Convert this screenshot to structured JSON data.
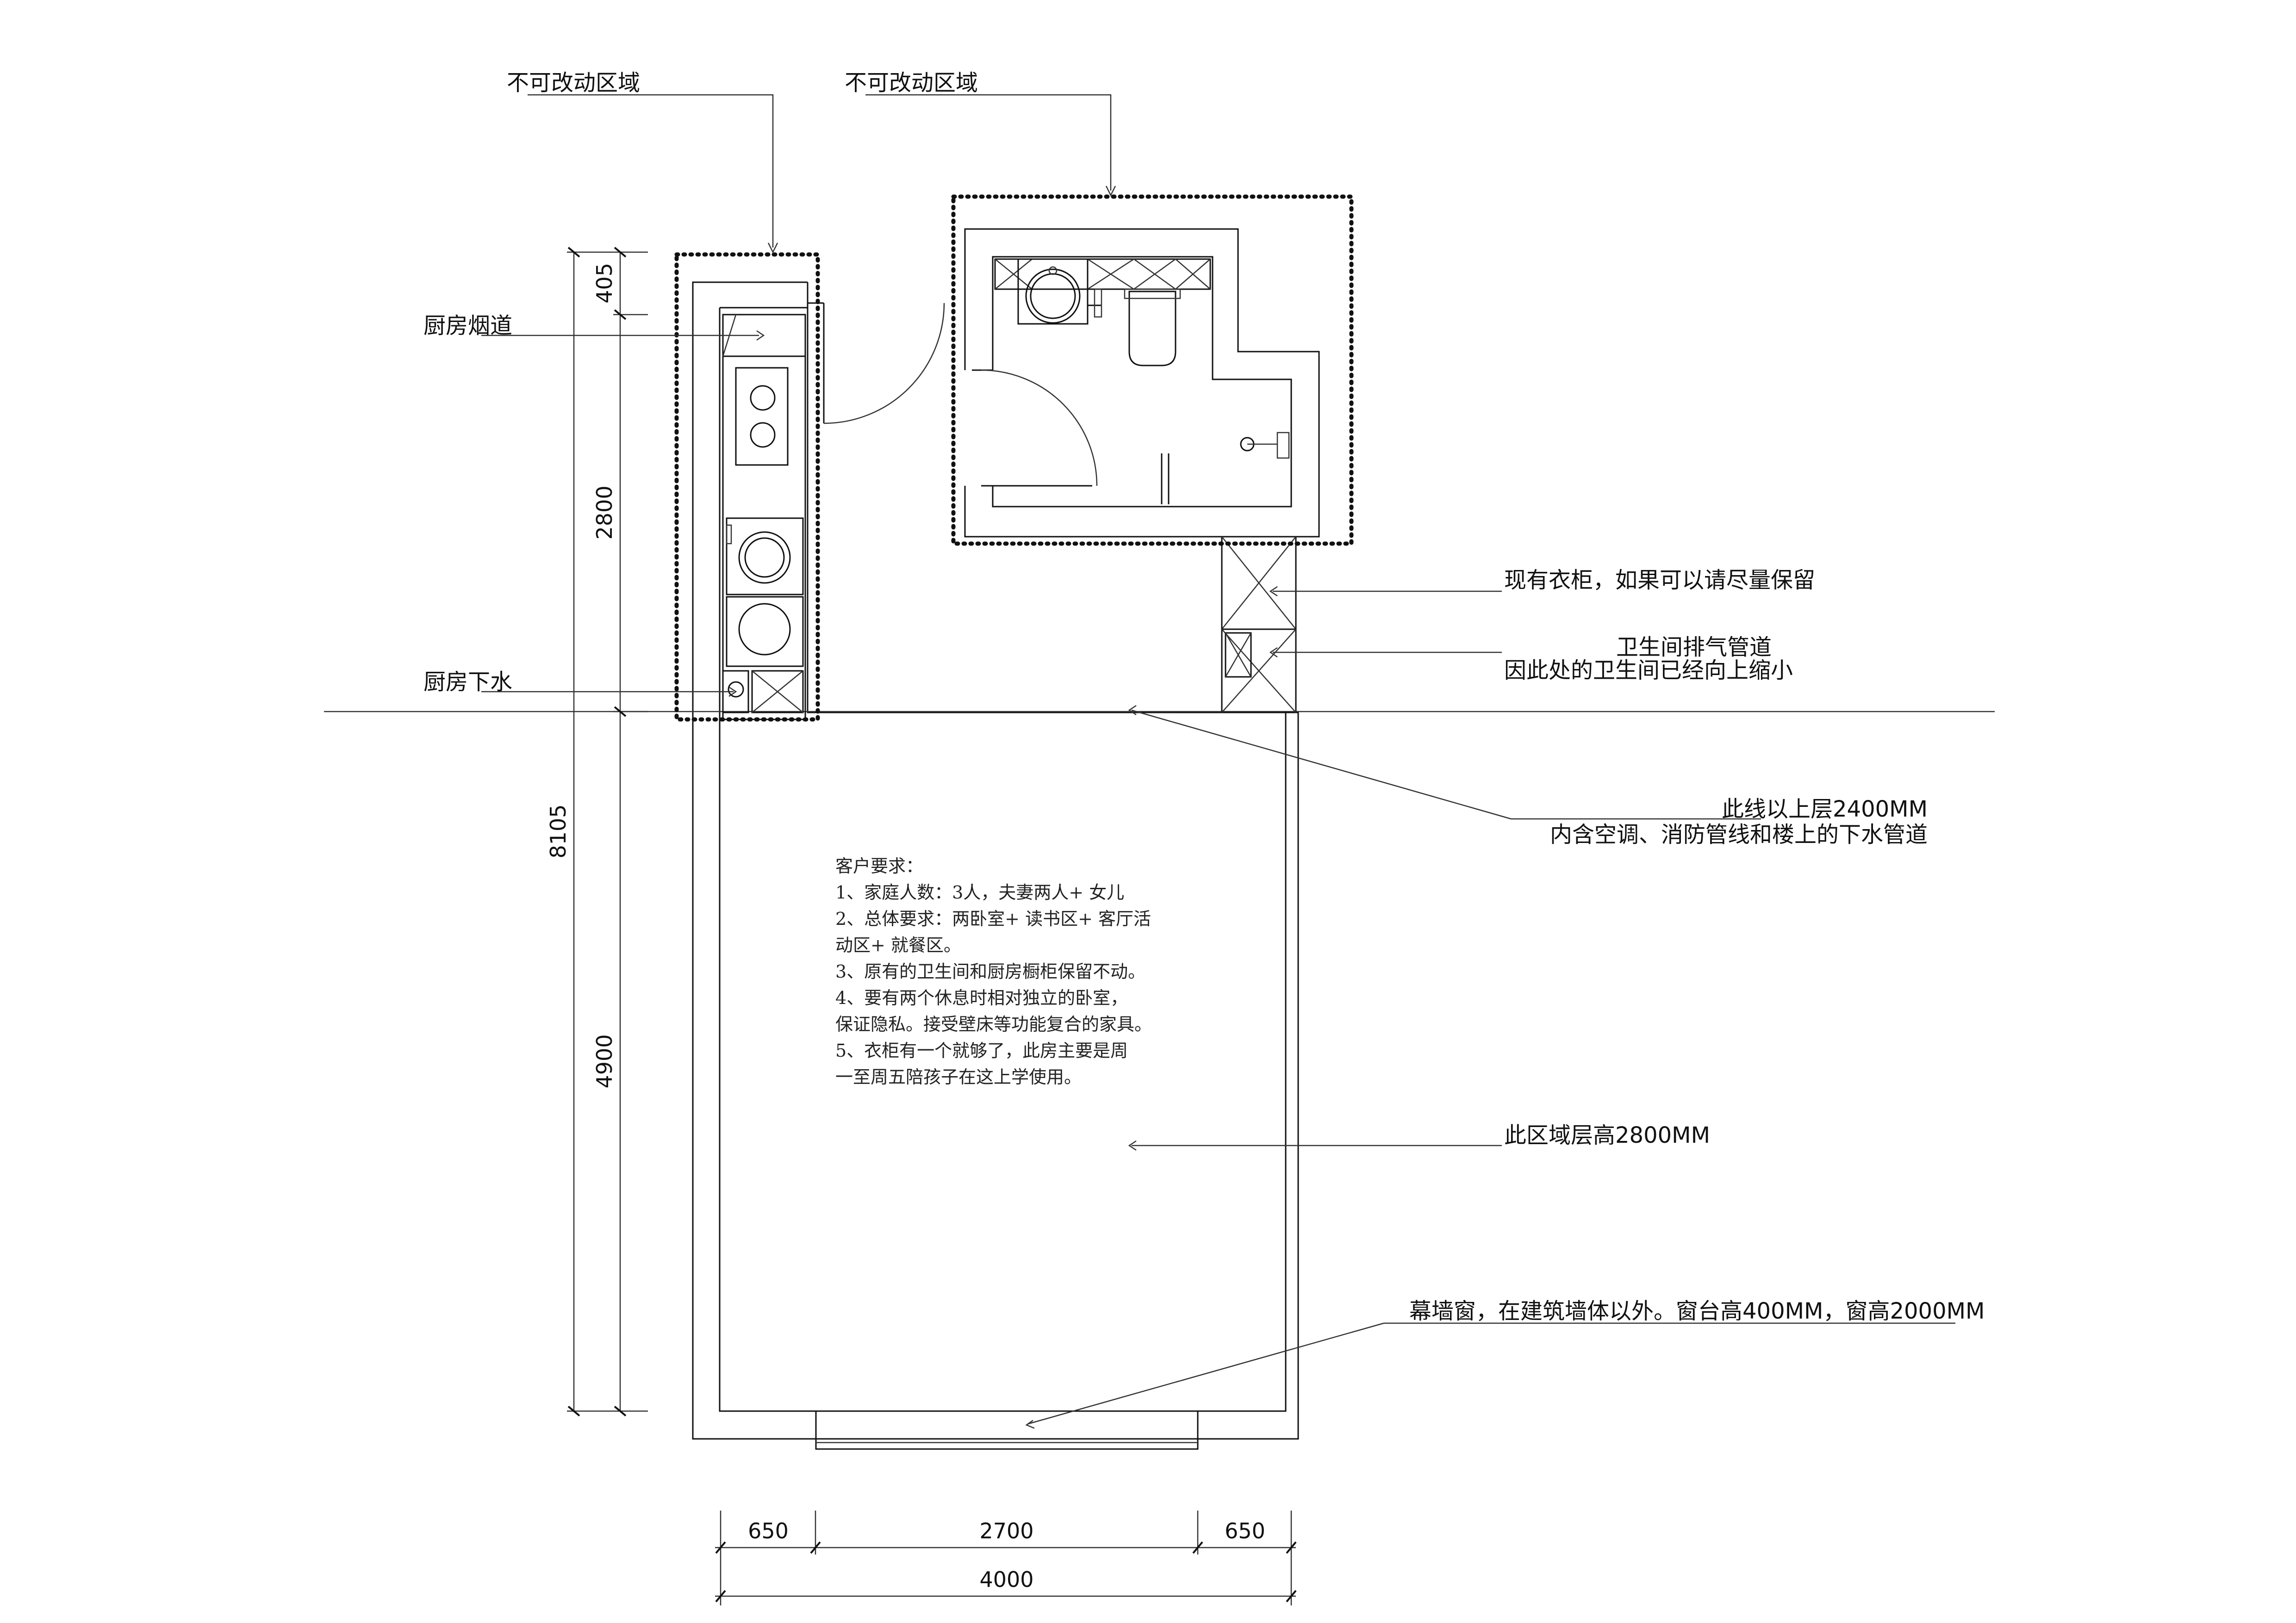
{
  "labels": {
    "fixed_zone_left": "不可改动区域",
    "fixed_zone_right": "不可改动区域",
    "kitchen_flue": "厨房烟道",
    "kitchen_drain": "厨房下水",
    "wardrobe": "现有衣柜，如果可以请尽量保留",
    "bath_vent_1": "卫生间排气管道",
    "bath_vent_2": "因此处的卫生间已经向上缩小",
    "line_above_1": "此线以上层2400MM",
    "line_above_2": "内含空调、消防管线和楼上的下水管道",
    "zone_height": "此区域层高2800MM",
    "curtain_wall": "幕墙窗，在建筑墙体以外。窗台高400MM，窗高2000MM"
  },
  "requirements": [
    "客户要求：",
    "1、家庭人数：3人，夫妻两人+ 女儿",
    "2、总体要求：两卧室+ 读书区+ 客厅活",
    "动区+ 就餐区。",
    "3、原有的卫生间和厨房橱柜保留不动。",
    "4、要有两个休息时相对独立的卧室，",
    "保证隐私。接受壁床等功能复合的家具。",
    "5、衣柜有一个就够了，此房主要是周",
    "一至周五陪孩子在这上学使用。"
  ],
  "dimensions": {
    "v_405": "405",
    "v_2800": "2800",
    "v_8105": "8105",
    "v_4900": "4900",
    "h_650_left": "650",
    "h_2700": "2700",
    "h_650_right": "650",
    "h_4000": "4000"
  }
}
